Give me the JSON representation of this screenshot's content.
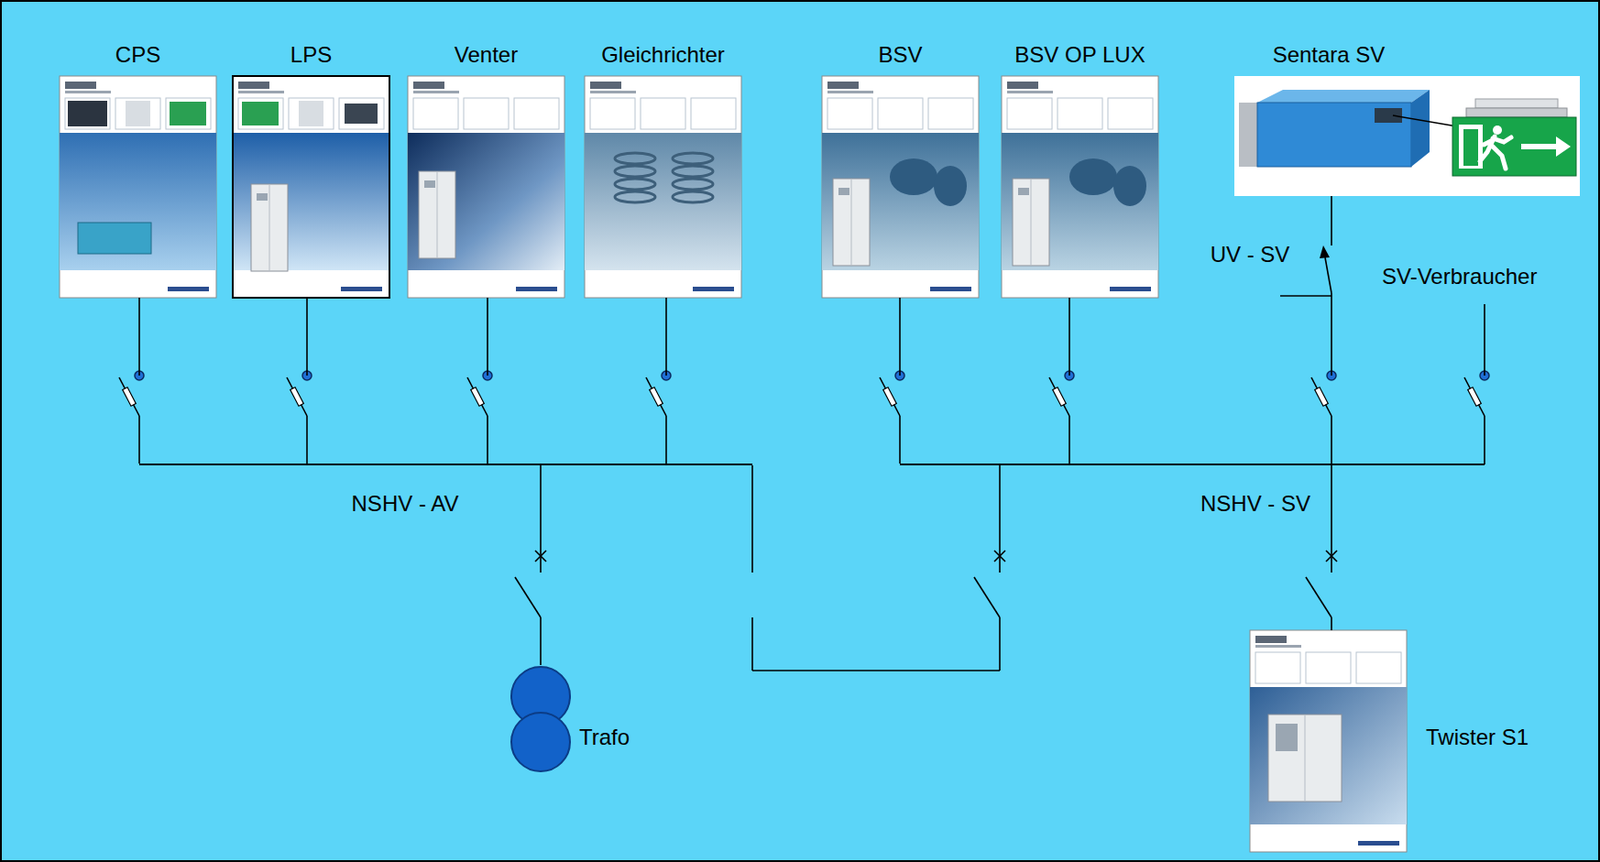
{
  "diagram": {
    "nodes": [
      {
        "text": [
          "CPS"
        ]
      },
      {
        "text": [
          "LPS"
        ]
      },
      {
        "text": [
          "Venter"
        ]
      },
      {
        "text": [
          "Gleichrichter"
        ]
      },
      {
        "text": [
          "BSV"
        ]
      },
      {
        "text": [
          "BSV OP LUX"
        ]
      },
      {
        "text": [
          "Sentara SV"
        ]
      },
      {
        "text": [
          "NSHV - AV"
        ]
      },
      {
        "text": [
          "NSHV - SV"
        ]
      },
      {
        "text": [
          "Trafo"
        ]
      },
      {
        "text": [
          "Twister S1"
        ]
      }
    ],
    "edges": [
      {
        "from": 7,
        "to": 0,
        "arrow": "none"
      },
      {
        "from": 7,
        "to": 1,
        "arrow": "none"
      },
      {
        "from": 7,
        "to": 2,
        "arrow": "none"
      },
      {
        "from": 7,
        "to": 3,
        "arrow": "none"
      },
      {
        "from": 9,
        "to": 7,
        "arrow": "none"
      },
      {
        "from": 7,
        "to": 8,
        "arrow": "none"
      },
      {
        "from": 8,
        "to": 4,
        "arrow": "none"
      },
      {
        "from": 8,
        "to": 5,
        "arrow": "none"
      },
      {
        "from": 8,
        "to": 6,
        "arrow": "none"
      },
      {
        "from": 10,
        "to": 8,
        "arrow": "none"
      }
    ],
    "labels": [
      "UV - SV",
      "SV-Verbraucher"
    ]
  }
}
